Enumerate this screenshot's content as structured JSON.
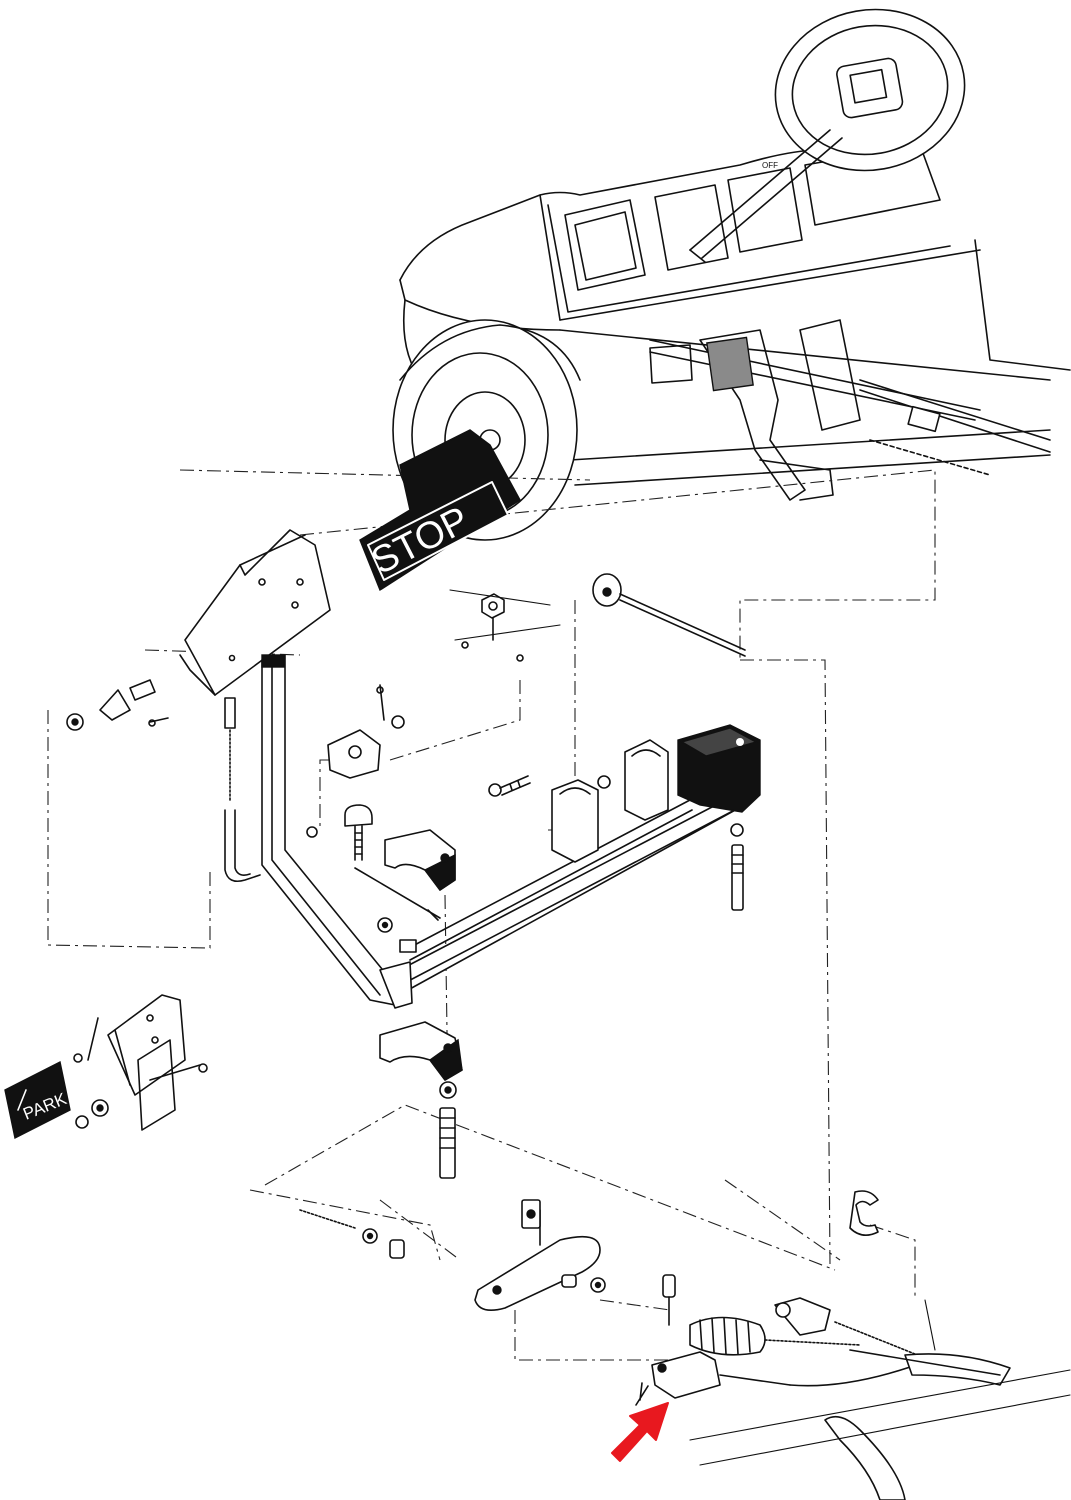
{
  "labels": {
    "stop_pad": "STOP",
    "park_pad": "PARK",
    "dash_indicator": "OFF"
  },
  "colors": {
    "line": "#111111",
    "background": "#ffffff",
    "highlight_arrow": "#e8181f"
  },
  "icons": {
    "pointer": "arrow-up-right-icon"
  }
}
